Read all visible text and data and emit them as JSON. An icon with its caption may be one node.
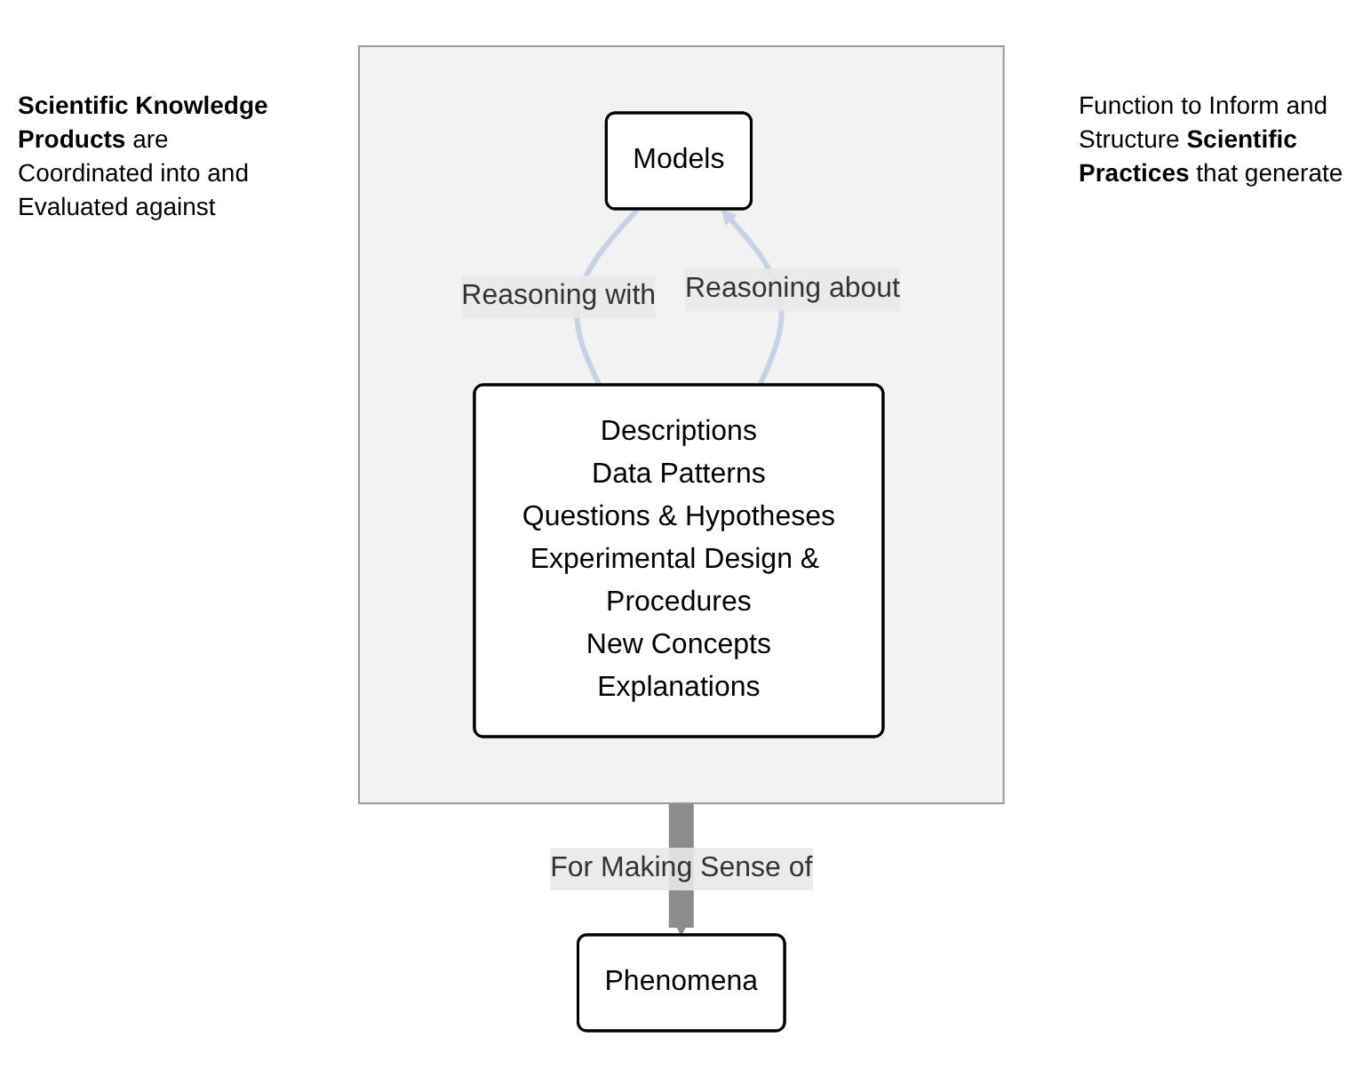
{
  "diagram": {
    "nodes": [
      {
        "text": [],
        "shape": "box"
      },
      {
        "text": [
          "Models"
        ],
        "in": 0
      },
      {
        "text": [
          "Descriptions",
          "Data Patterns",
          "Questions & Hypotheses",
          "Experimental Design & Procedures",
          "New Concepts",
          "Explanations"
        ],
        "in": 0
      },
      {
        "text": [
          "Phenomena"
        ]
      }
    ],
    "edges": [
      {
        "from": 1,
        "to": 2,
        "arrow": "none",
        "label": "Reasoning with",
        "color": "#c8d2e6"
      },
      {
        "from": 2,
        "to": 1,
        "arrow": "to",
        "label": "Reasoning about",
        "color": "#c8d2e6"
      },
      {
        "from": 0,
        "to": 3,
        "arrow": "to",
        "label": "For Making Sense of",
        "style": "thick",
        "color": "#8c8c8c"
      }
    ],
    "labels": [
      "**Scientific Knowledge Products** are Coordinated into and Evaluated against",
      "Function to Inform and Structure **Scientific Practices** that generate"
    ]
  }
}
